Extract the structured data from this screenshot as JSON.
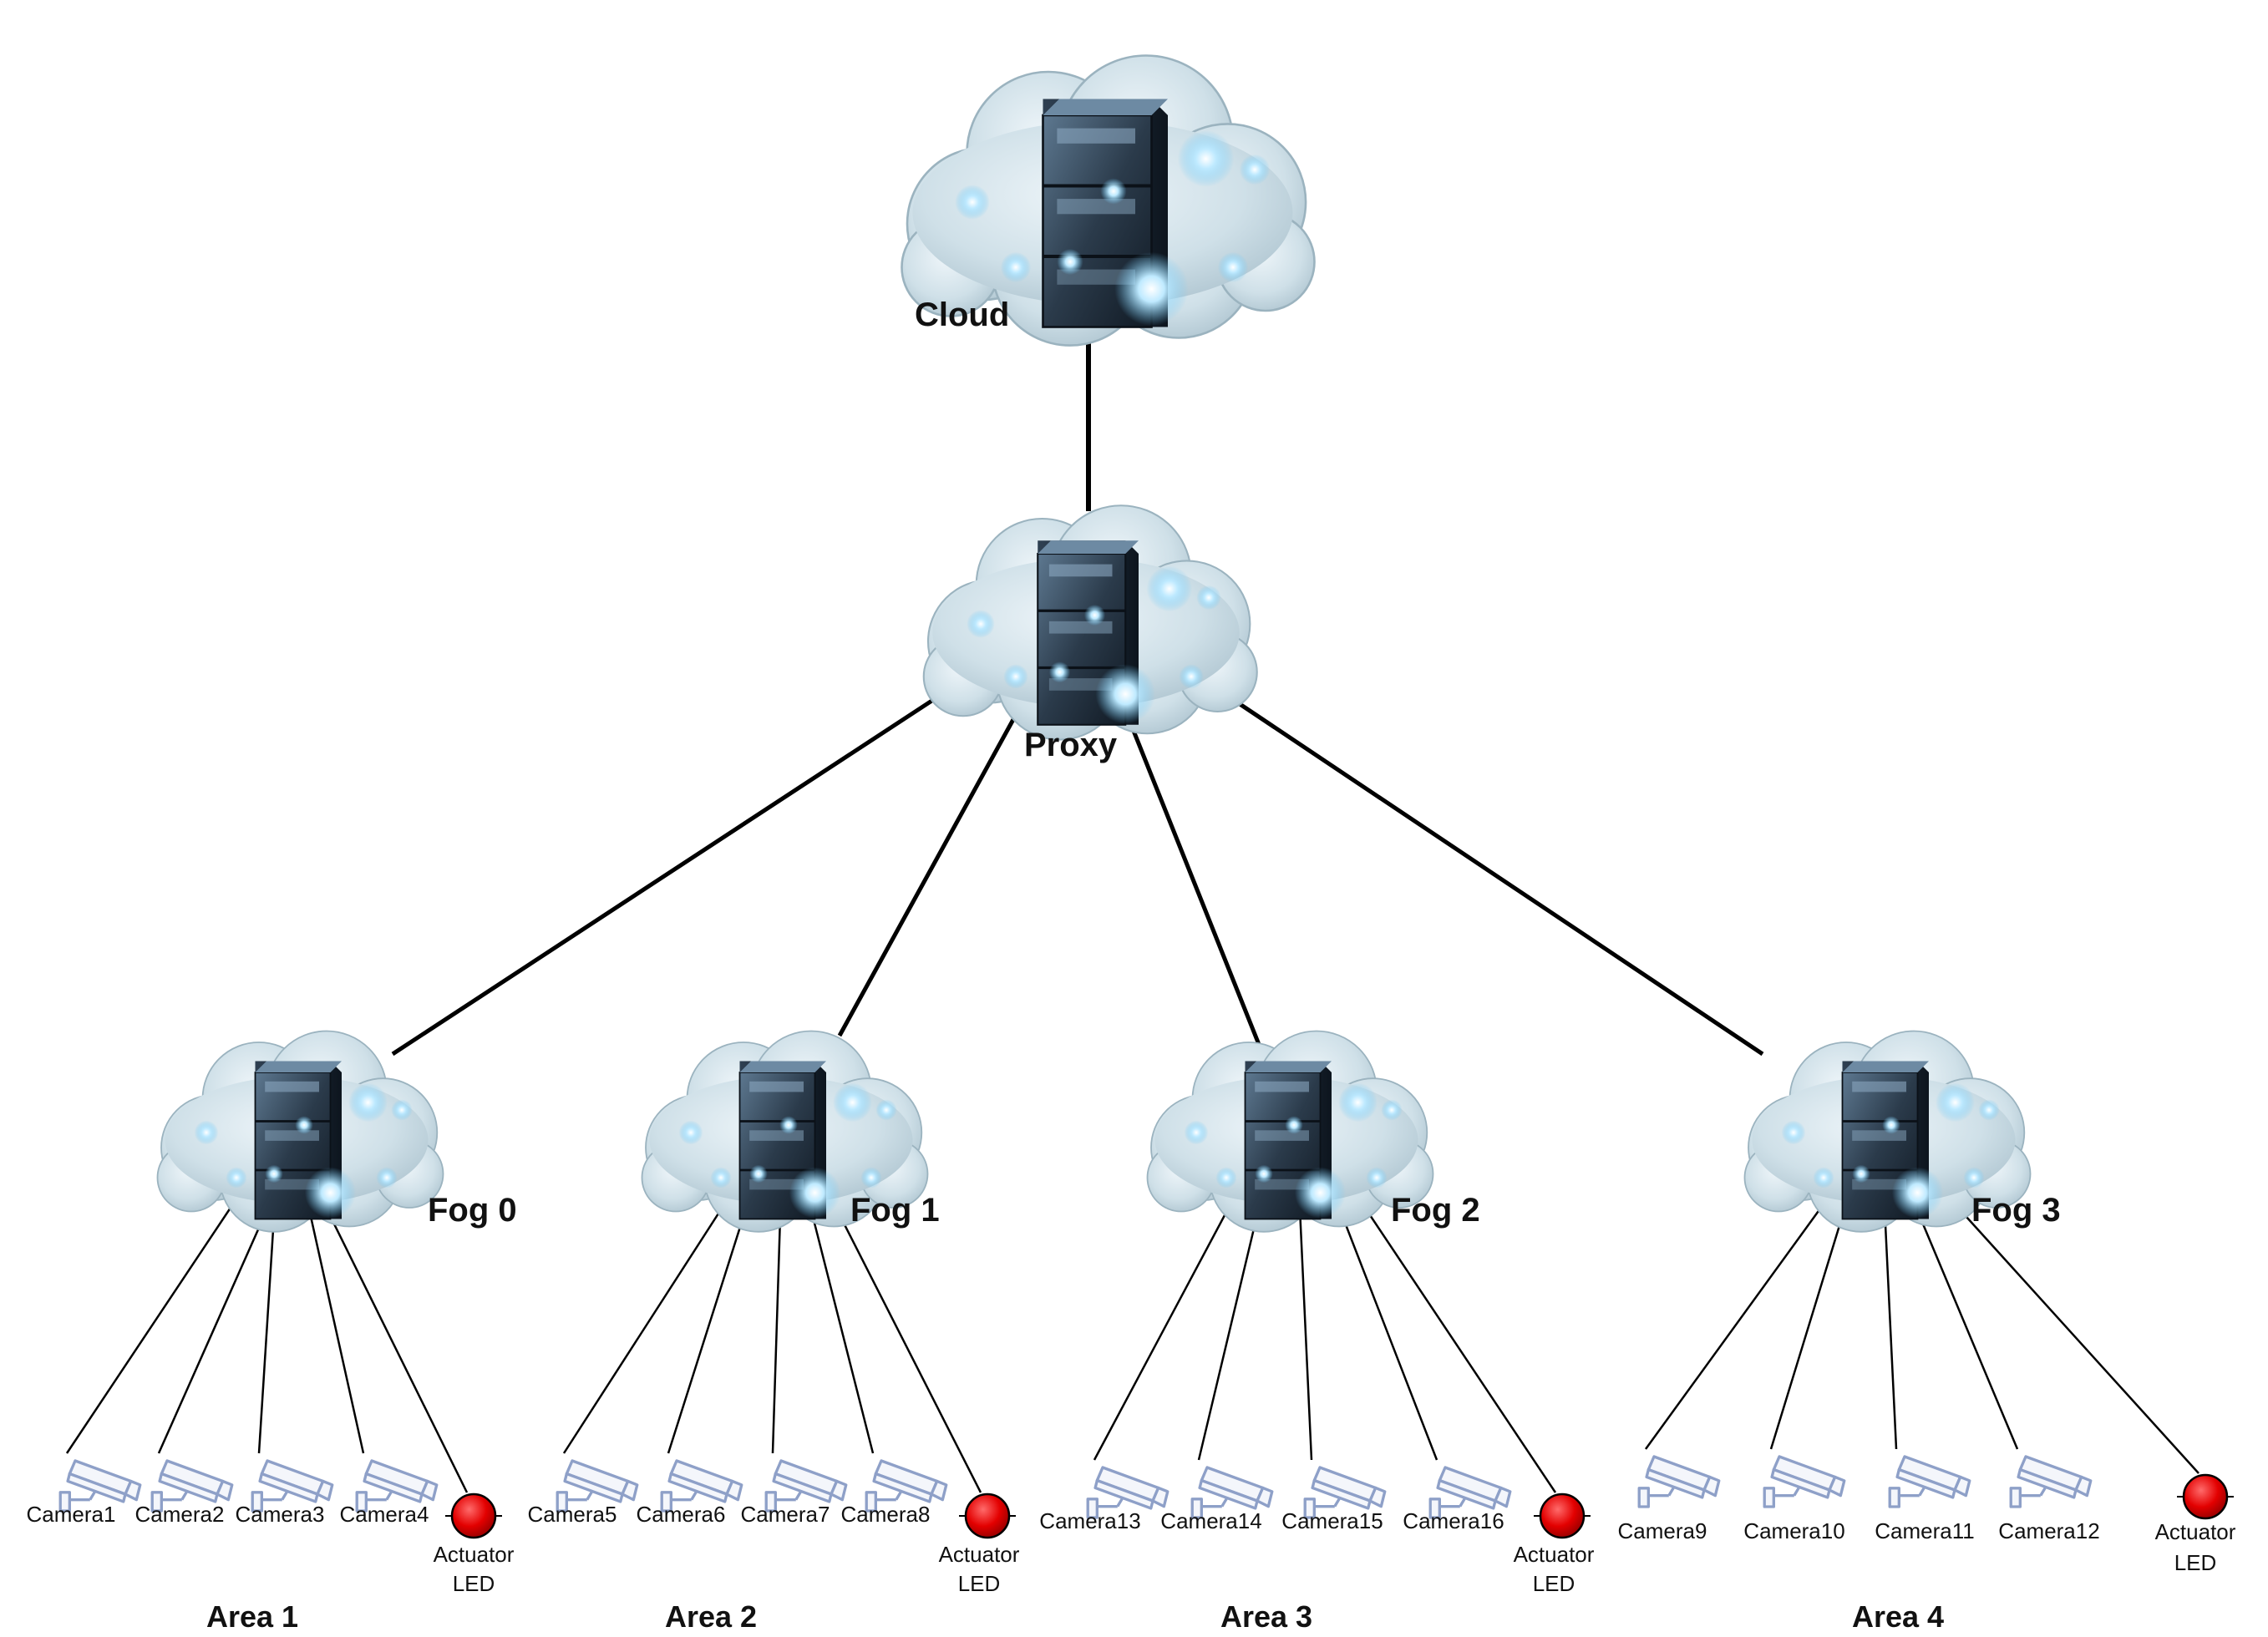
{
  "nodes": {
    "cloud": {
      "label": "Cloud"
    },
    "proxy": {
      "label": "Proxy"
    },
    "fogs": [
      {
        "label": "Fog 0"
      },
      {
        "label": "Fog 1"
      },
      {
        "label": "Fog 2"
      },
      {
        "label": "Fog 3"
      }
    ]
  },
  "areas": [
    {
      "label": "Area 1",
      "cameras": [
        "Camera1",
        "Camera2",
        "Camera3",
        "Camera4"
      ],
      "actuator": [
        "Actuator",
        "LED"
      ]
    },
    {
      "label": "Area 2",
      "cameras": [
        "Camera5",
        "Camera6",
        "Camera7",
        "Camera8"
      ],
      "actuator": [
        "Actuator",
        "LED"
      ]
    },
    {
      "label": "Area 3",
      "cameras": [
        "Camera13",
        "Camera14",
        "Camera15",
        "Camera16"
      ],
      "actuator": [
        "Actuator",
        "LED"
      ]
    },
    {
      "label": "Area 4",
      "cameras": [
        "Camera9",
        "Camera10",
        "Camera11",
        "Camera12"
      ],
      "actuator": [
        "Actuator",
        "LED"
      ]
    }
  ],
  "colors": {
    "link": "#000000",
    "cloud_fill": "#d3e3ea",
    "server_dark": "#1f2d3a",
    "glow": "#8fd8ff",
    "camera": "#8ea0c8",
    "actuator": "#e30000"
  },
  "icons": {
    "cloud_node": "cloud-server-icon",
    "camera": "security-camera-icon",
    "actuator": "red-led-icon"
  }
}
